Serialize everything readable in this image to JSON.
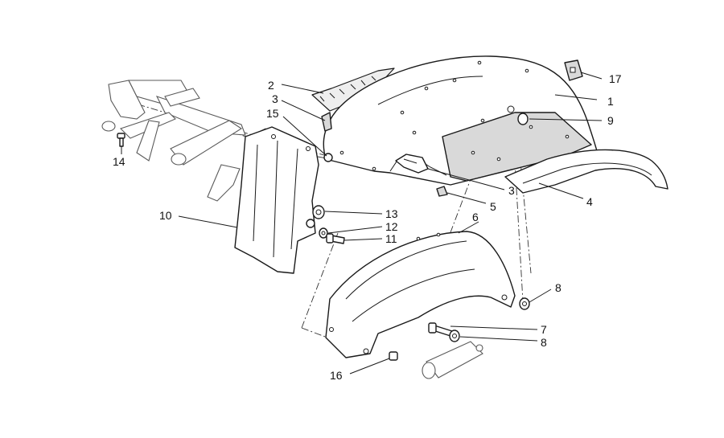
{
  "callouts": [
    {
      "id": "c1",
      "label": "1"
    },
    {
      "id": "c2",
      "label": "2"
    },
    {
      "id": "c3a",
      "label": "3"
    },
    {
      "id": "c3b",
      "label": "3"
    },
    {
      "id": "c4",
      "label": "4"
    },
    {
      "id": "c5",
      "label": "5"
    },
    {
      "id": "c6",
      "label": "6"
    },
    {
      "id": "c7",
      "label": "7"
    },
    {
      "id": "c8a",
      "label": "8"
    },
    {
      "id": "c8b",
      "label": "8"
    },
    {
      "id": "c9",
      "label": "9"
    },
    {
      "id": "c10",
      "label": "10"
    },
    {
      "id": "c11",
      "label": "11"
    },
    {
      "id": "c12",
      "label": "12"
    },
    {
      "id": "c13",
      "label": "13"
    },
    {
      "id": "c14",
      "label": "14"
    },
    {
      "id": "c15",
      "label": "15"
    },
    {
      "id": "c16",
      "label": "16"
    },
    {
      "id": "c17",
      "label": "17"
    }
  ]
}
